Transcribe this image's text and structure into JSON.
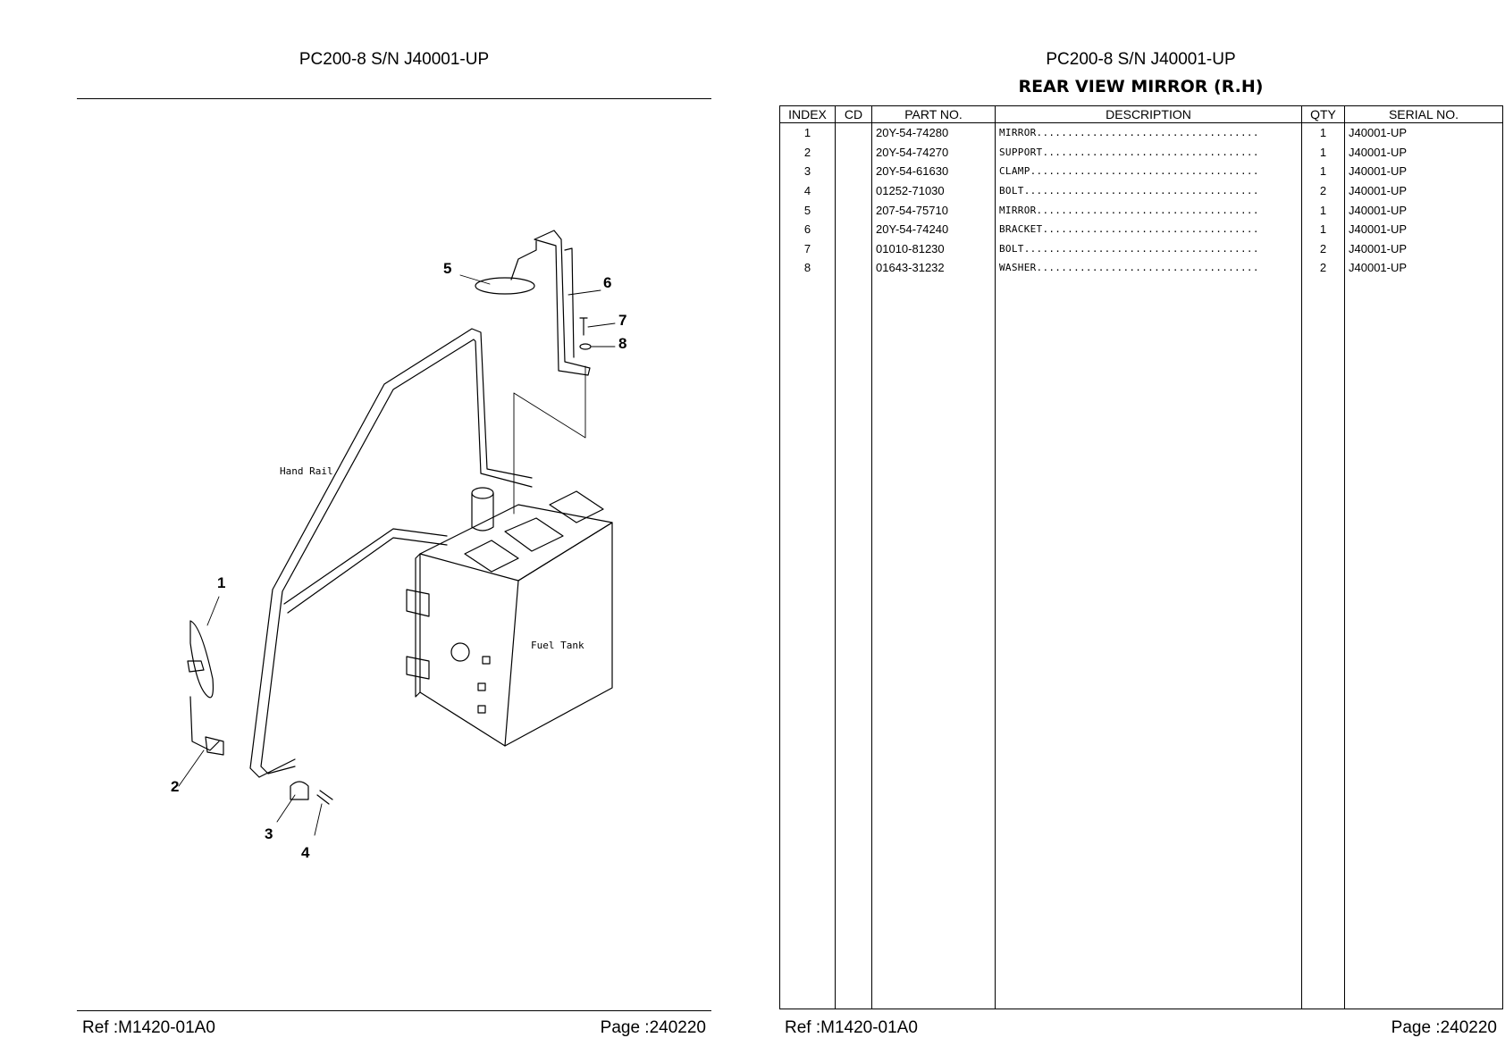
{
  "left_page": {
    "title": "PC200-8 S/N J40001-UP",
    "footer_ref": "Ref :M1420-01A0",
    "footer_page": "Page :240220"
  },
  "diagram": {
    "callouts": [
      "1",
      "2",
      "3",
      "4",
      "5",
      "6",
      "7",
      "8"
    ],
    "labels": {
      "hand_rail": "Hand Rail",
      "fuel_tank": "Fuel Tank"
    }
  },
  "right_page": {
    "title": "PC200-8 S/N J40001-UP",
    "subtitle": "REAR VIEW MIRROR (R.H)",
    "footer_ref": "Ref :M1420-01A0",
    "footer_page": "Page :240220",
    "table": {
      "headers": [
        "INDEX",
        "CD",
        "PART NO.",
        "DESCRIPTION",
        "QTY",
        "SERIAL NO."
      ],
      "rows": [
        {
          "index": "1",
          "cd": "",
          "part_no": "20Y-54-74280",
          "description": "MIRROR....................................",
          "qty": "1",
          "serial": "J40001-UP"
        },
        {
          "index": "2",
          "cd": "",
          "part_no": "20Y-54-74270",
          "description": "SUPPORT...................................",
          "qty": "1",
          "serial": "J40001-UP"
        },
        {
          "index": "3",
          "cd": "",
          "part_no": "20Y-54-61630",
          "description": "CLAMP.....................................",
          "qty": "1",
          "serial": "J40001-UP"
        },
        {
          "index": "4",
          "cd": "",
          "part_no": "01252-71030",
          "description": "BOLT......................................",
          "qty": "2",
          "serial": "J40001-UP"
        },
        {
          "index": "5",
          "cd": "",
          "part_no": "207-54-75710",
          "description": "MIRROR....................................",
          "qty": "1",
          "serial": "J40001-UP"
        },
        {
          "index": "6",
          "cd": "",
          "part_no": "20Y-54-74240",
          "description": "BRACKET...................................",
          "qty": "1",
          "serial": "J40001-UP"
        },
        {
          "index": "7",
          "cd": "",
          "part_no": "01010-81230",
          "description": "BOLT......................................",
          "qty": "2",
          "serial": "J40001-UP"
        },
        {
          "index": "8",
          "cd": "",
          "part_no": "01643-31232",
          "description": "WASHER....................................",
          "qty": "2",
          "serial": "J40001-UP"
        }
      ]
    }
  }
}
